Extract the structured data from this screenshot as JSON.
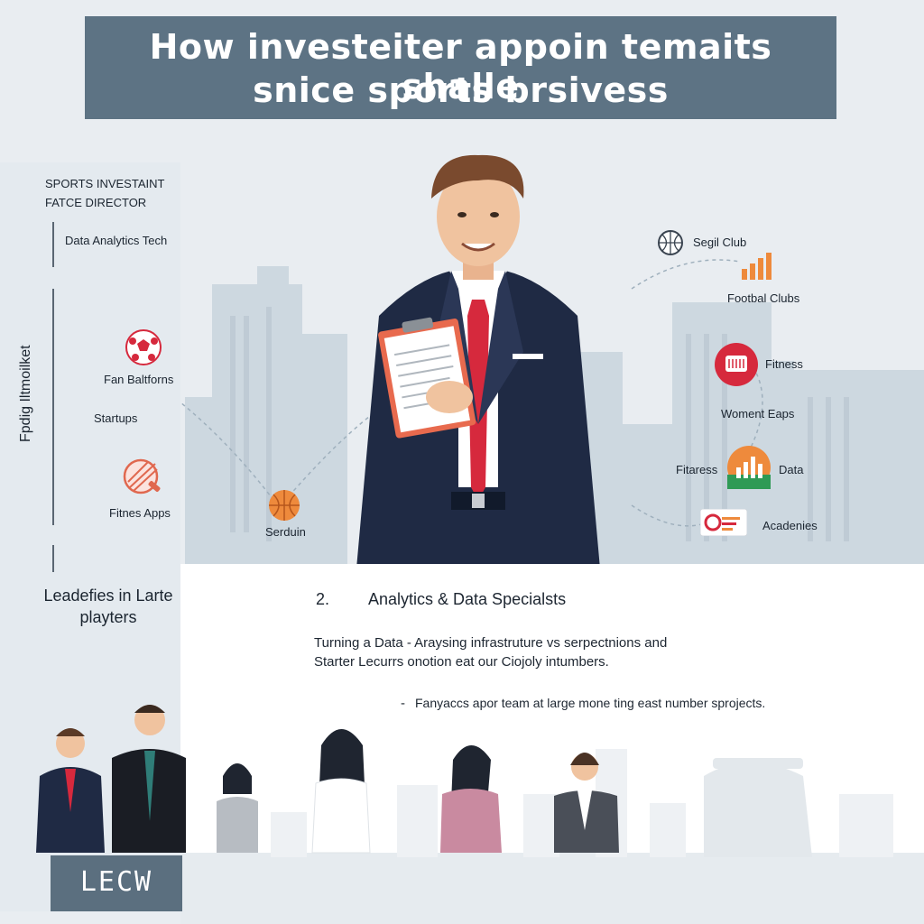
{
  "title": {
    "line1": "How investeiter appoin temaits shalle",
    "line2": "snice sports brsivess"
  },
  "left_panel": {
    "header_line1": "SPORTS INVESTAINT",
    "header_line2": "FATCE DIRECTOR",
    "item1": "Data Analytics Tech",
    "vertical_label": "Fpdig Iltmoilket",
    "item2": "Fan Baltforns",
    "item3": "Startups",
    "item4": "Fitnes Apps",
    "bottom_heading": "Leadefies in Larte playters",
    "logo": "LECW"
  },
  "center": {
    "ball_label": "Serduin"
  },
  "right_panel": {
    "item1": "Segil Club",
    "item2": "Footbal Clubs",
    "item3": "Fitness",
    "item4": "Woment Eaps",
    "item5_left": "Fitaress",
    "item5_right": "Data",
    "item6": "Acadenies"
  },
  "section": {
    "number": "2.",
    "heading": "Analytics & Data Specialsts",
    "para_line1": "Turning a Data - Araysing infrastruture vs serpectnions and",
    "para_line2": "Starter Lecurrs onotion eat our Ciojoly intumbers.",
    "bullet_dash": "-",
    "bullet": "Fanyaccs apor team at large mone ting east number sprojects."
  },
  "colors": {
    "banner": "#5d7384",
    "accent_red": "#d6293d",
    "accent_orange": "#ee8a3c",
    "suit_navy": "#1f2a44"
  }
}
